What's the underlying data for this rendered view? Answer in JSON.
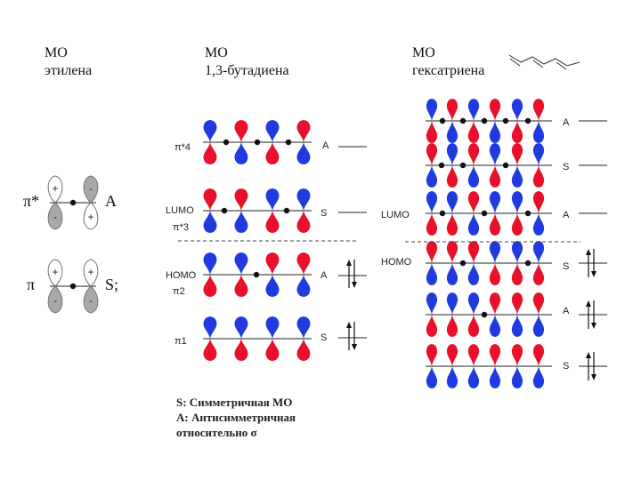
{
  "titles": {
    "ethylene": [
      "МО",
      "этилена"
    ],
    "butadiene": [
      "МО",
      "1,3-бутадиена"
    ],
    "hexatriene": [
      "МО",
      "гексатриена"
    ]
  },
  "ethylene": {
    "levels": [
      {
        "label": "π*",
        "symmetry": "A",
        "lobes": [
          "+",
          "-",
          "-",
          "+"
        ]
      },
      {
        "label": "π",
        "symmetry": "S;",
        "lobes": [
          "+",
          "+",
          "-",
          "-"
        ]
      }
    ]
  },
  "butadiene": {
    "levels": [
      {
        "label": "π*4",
        "symmetry": "A",
        "frontier": ""
      },
      {
        "label": "π*3",
        "symmetry": "S",
        "frontier": "LUMO"
      },
      {
        "label": "π2",
        "symmetry": "A",
        "frontier": "HOMO"
      },
      {
        "label": "π1",
        "symmetry": "S",
        "frontier": ""
      }
    ]
  },
  "hexatriene": {
    "symmetries": [
      "A",
      "S",
      "A",
      "S",
      "A",
      "S"
    ],
    "lumo": "LUMO",
    "homo": "HOMO"
  },
  "legend": [
    "S: Симметричная МО",
    "A: Антисимметричная",
    "относительно σ"
  ],
  "colors": {
    "red": "#e8102a",
    "blue": "#1f3be0",
    "gray": "#a8a8a8"
  }
}
